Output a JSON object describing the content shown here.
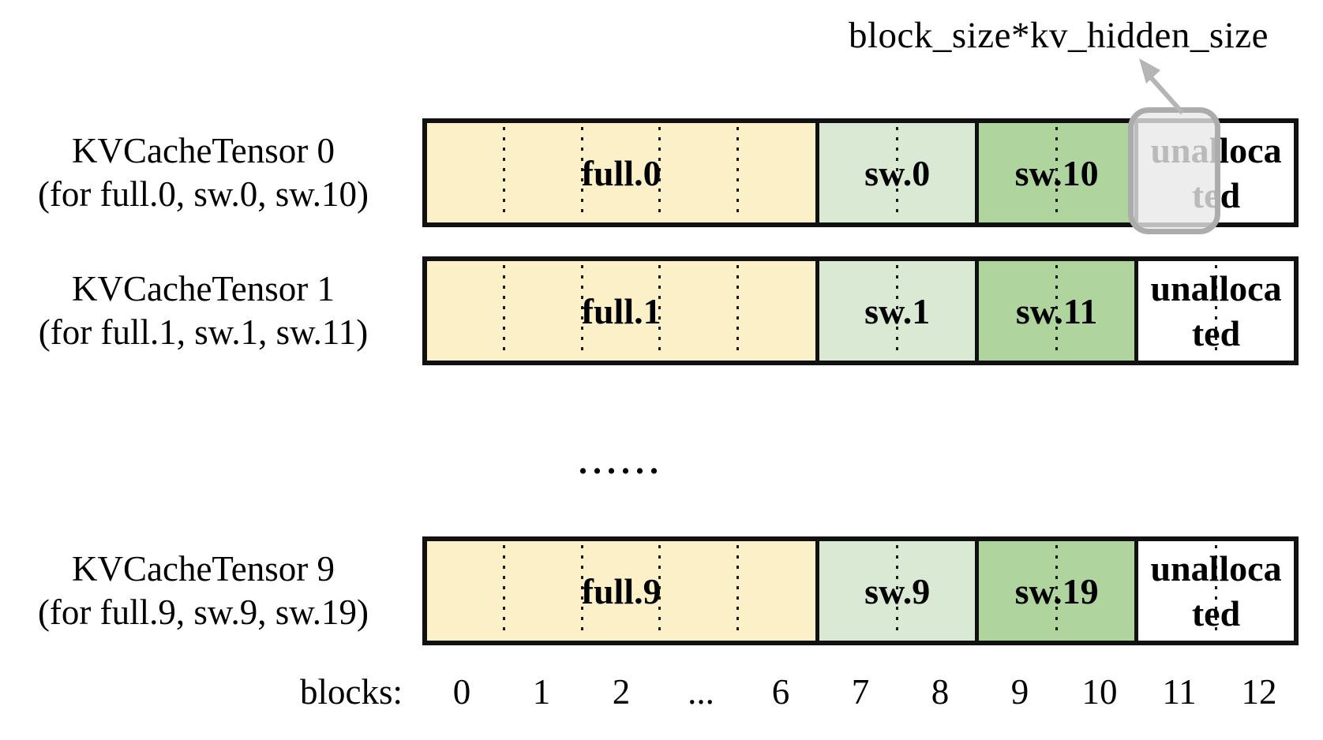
{
  "annotation": {
    "label": "block_size*kv_hidden_size"
  },
  "ellipsis": "......",
  "axis": {
    "label": "blocks:",
    "ticks": [
      "0",
      "1",
      "2",
      "...",
      "6",
      "7",
      "8",
      "9",
      "10",
      "11",
      "12"
    ]
  },
  "rows": [
    {
      "title": "KVCacheTensor 0",
      "subtitle": "(for full.0, sw.0, sw.10)",
      "segments": {
        "full": "full.0",
        "sw_a": "sw.0",
        "sw_b": "sw.10"
      },
      "unallocated": {
        "line1": "unalloca",
        "line2": "ted"
      }
    },
    {
      "title": "KVCacheTensor 1",
      "subtitle": "(for full.1, sw.1, sw.11)",
      "segments": {
        "full": "full.1",
        "sw_a": "sw.1",
        "sw_b": "sw.11"
      },
      "unallocated": {
        "line1": "unalloca",
        "line2": "ted"
      }
    },
    {
      "title": "KVCacheTensor 9",
      "subtitle": "(for full.9, sw.9, sw.19)",
      "segments": {
        "full": "full.9",
        "sw_a": "sw.9",
        "sw_b": "sw.19"
      },
      "unallocated": {
        "line1": "unalloca",
        "line2": "ted"
      }
    }
  ],
  "colors": {
    "full_fill": "#FBF0C7",
    "sw_light_fill": "#D9E9D3",
    "sw_dark_fill": "#AFD49D",
    "unallocated_fill": "#FFFFFF",
    "border": "#111111",
    "overlay_fill": "#E9E9E9",
    "overlay_border": "#ACACAC",
    "arrow": "#B5B5B5"
  }
}
